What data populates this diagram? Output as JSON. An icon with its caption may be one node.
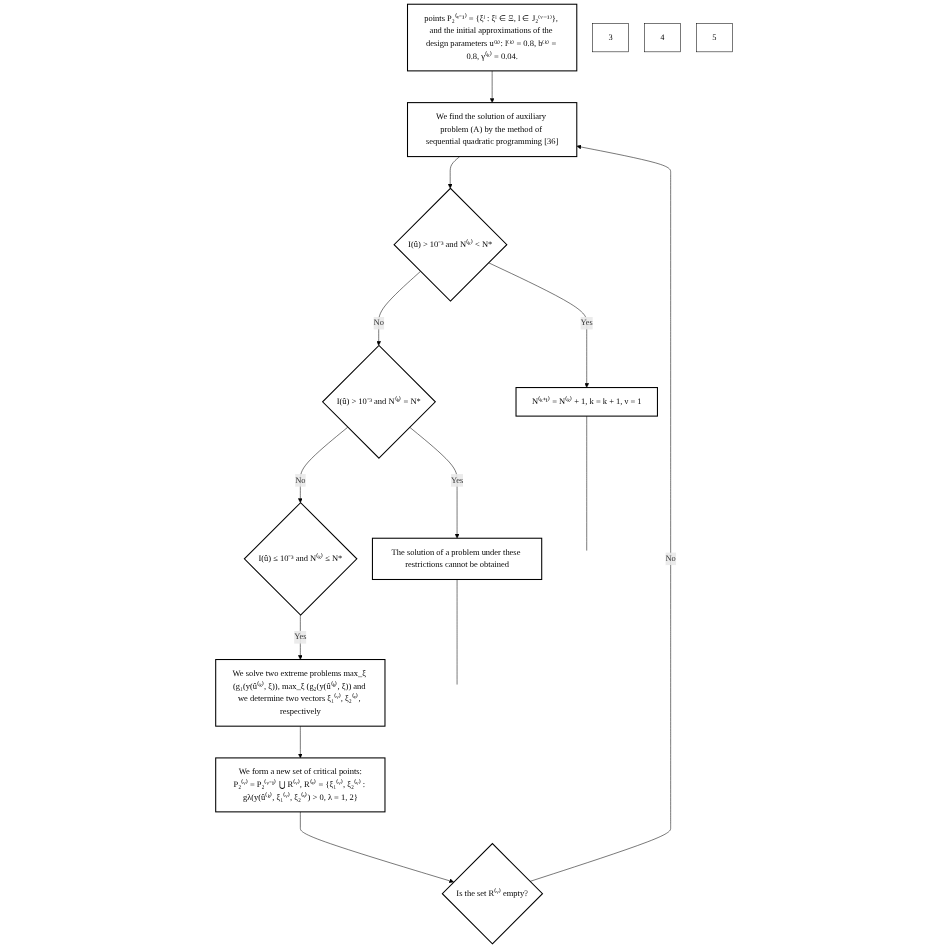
{
  "diagram": {
    "nodes": [
      {
        "text": [
          "points P₂⁽ᵛ⁻¹⁾ = {ξˡ : ξˡ ∈ Ξ, l ∈ J₂⁽ᵛ⁻¹⁾}, and the initial approximations of the design parameters u⁽ᵏ⁾: l⁽ᵏ⁾ = 0.8, b⁽ᵏ⁾ = 0.8, γ⁽ᵏ⁾ = 0.04."
        ]
      },
      {
        "text": [
          "We find the solution of auxiliary problem (A) by the method of sequential quadratic programming [36]"
        ]
      },
      {
        "text": [
          "3"
        ]
      },
      {
        "text": [
          "I(û) > 10⁻³ and N⁽ᵏ⁾ < N*"
        ]
      },
      {
        "text": [
          "N⁽ᵏ⁺¹⁾ = N⁽ᵏ⁾ + 1, k = k + 1, ν = 1"
        ]
      },
      {
        "text": [
          "I(û) > 10⁻³ and N⁽ᵏ⁾ = N*"
        ]
      },
      {
        "text": [
          "The solution of a problem under these restrictions cannot be obtained"
        ]
      },
      {
        "text": [
          "I(û) ≤ 10⁻³ and N⁽ᵏ⁾ ≤ N*"
        ]
      },
      {
        "text": [
          "4"
        ]
      },
      {
        "text": [
          "We solve two extreme problems max_ξ (g₁(y(û⁽ᵏ⁾, ξ)), max_ξ (g₂(y(û⁽ᵏ⁾, ξ)) and we determine two vectors ξ₁⁽ᵛ⁾, ξ₂⁽ᵛ⁾, respectively"
        ]
      },
      {
        "text": [
          "We form a new set of critical points:",
          "P₂⁽ᵛ⁾ = P₂⁽ᵛ⁻¹⁾ ⋃ R⁽ᵛ⁾, R⁽ᵛ⁾ = {ξ₁⁽ᵛ⁾, ξ₂⁽ᵛ⁾ : gλ(y(û⁽ᵏ⁾, ξ₁⁽ᵛ⁾, ξ₂⁽ᵛ⁾) > 0, λ = 1, 2}"
        ]
      },
      {
        "text": [
          "5"
        ]
      },
      {
        "text": [
          "Is the set R⁽ᵛ⁾ empty?"
        ]
      }
    ],
    "edges": [
      {
        "from": 0,
        "to": 1,
        "arrow": "to"
      },
      {
        "from": 1,
        "to": 3,
        "arrow": "to"
      },
      {
        "from": 3,
        "to": 4,
        "label": "Yes",
        "arrow": "to"
      },
      {
        "from": 3,
        "to": 5,
        "label": "No",
        "arrow": "to"
      },
      {
        "from": 5,
        "to": 6,
        "label": "Yes",
        "arrow": "to"
      },
      {
        "from": 5,
        "to": 7,
        "label": "No",
        "arrow": "to"
      },
      {
        "from": 7,
        "to": 9,
        "label": "Yes",
        "arrow": "to"
      },
      {
        "from": 9,
        "to": 10,
        "arrow": "to"
      },
      {
        "from": 10,
        "to": 12,
        "arrow": "to"
      },
      {
        "from": 12,
        "to": 1,
        "label": "No",
        "arrow": "to"
      },
      {
        "from": 4,
        "to": null,
        "arrow": "none"
      },
      {
        "from": 6,
        "to": null,
        "arrow": "none"
      }
    ]
  }
}
